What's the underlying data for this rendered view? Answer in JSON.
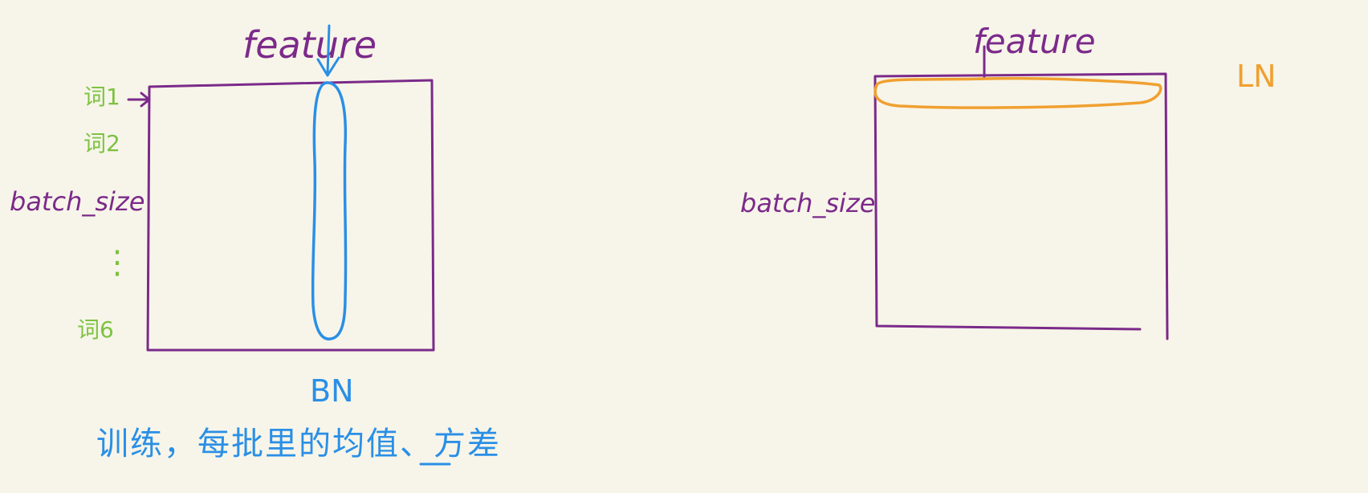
{
  "colors": {
    "background": "#f7f5e9",
    "purple": "#7b2a8a",
    "green": "#7dc242",
    "blue": "#2a8fe6",
    "orange": "#f0a030"
  },
  "left_panel": {
    "feature_label": "feature",
    "row_labels": [
      "词1",
      "词2",
      "词6"
    ],
    "ellipsis": "⋮",
    "batch_label": "batch_size",
    "bn_label": "BN",
    "bn_note": "训练，每批里的均值、方差"
  },
  "right_panel": {
    "feature_label": "feature",
    "batch_label": "batch_size",
    "ln_label": "LN"
  }
}
